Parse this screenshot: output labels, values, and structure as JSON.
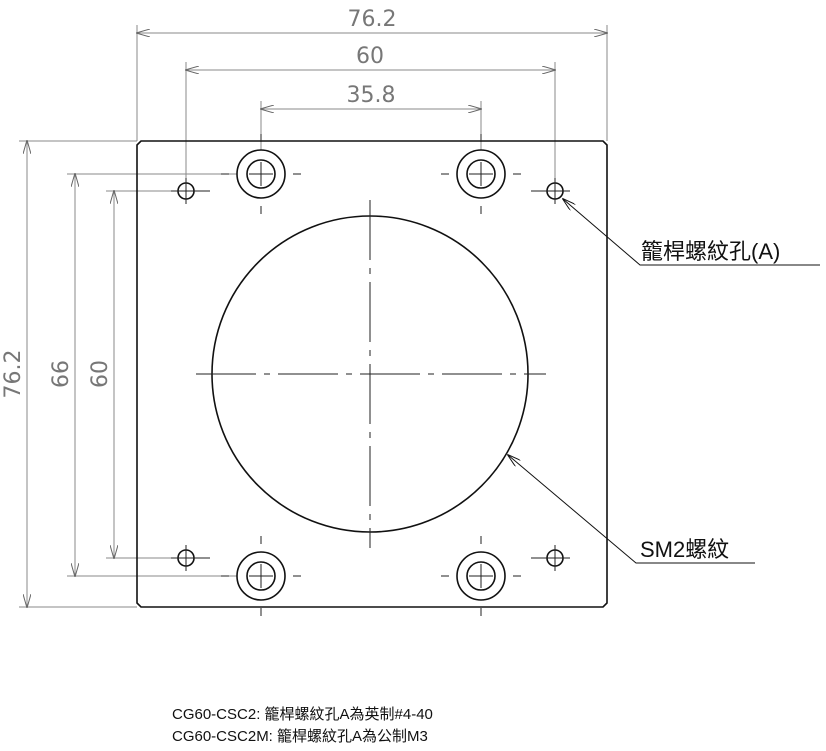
{
  "dimensions": {
    "top_overall": "76.2",
    "top_small_holes": "60",
    "top_counterbore": "35.8",
    "left_overall": "76.2",
    "left_counterbore": "66",
    "left_small_holes": "60"
  },
  "labels": {
    "cage_rod_hole": "籠桿螺紋孔(A)",
    "sm2_thread": "SM2螺紋"
  },
  "notes": [
    "CG60-CSC2: 籠桿螺紋孔A為英制#4-40",
    "CG60-CSC2M: 籠桿螺紋孔A為公制M3"
  ]
}
